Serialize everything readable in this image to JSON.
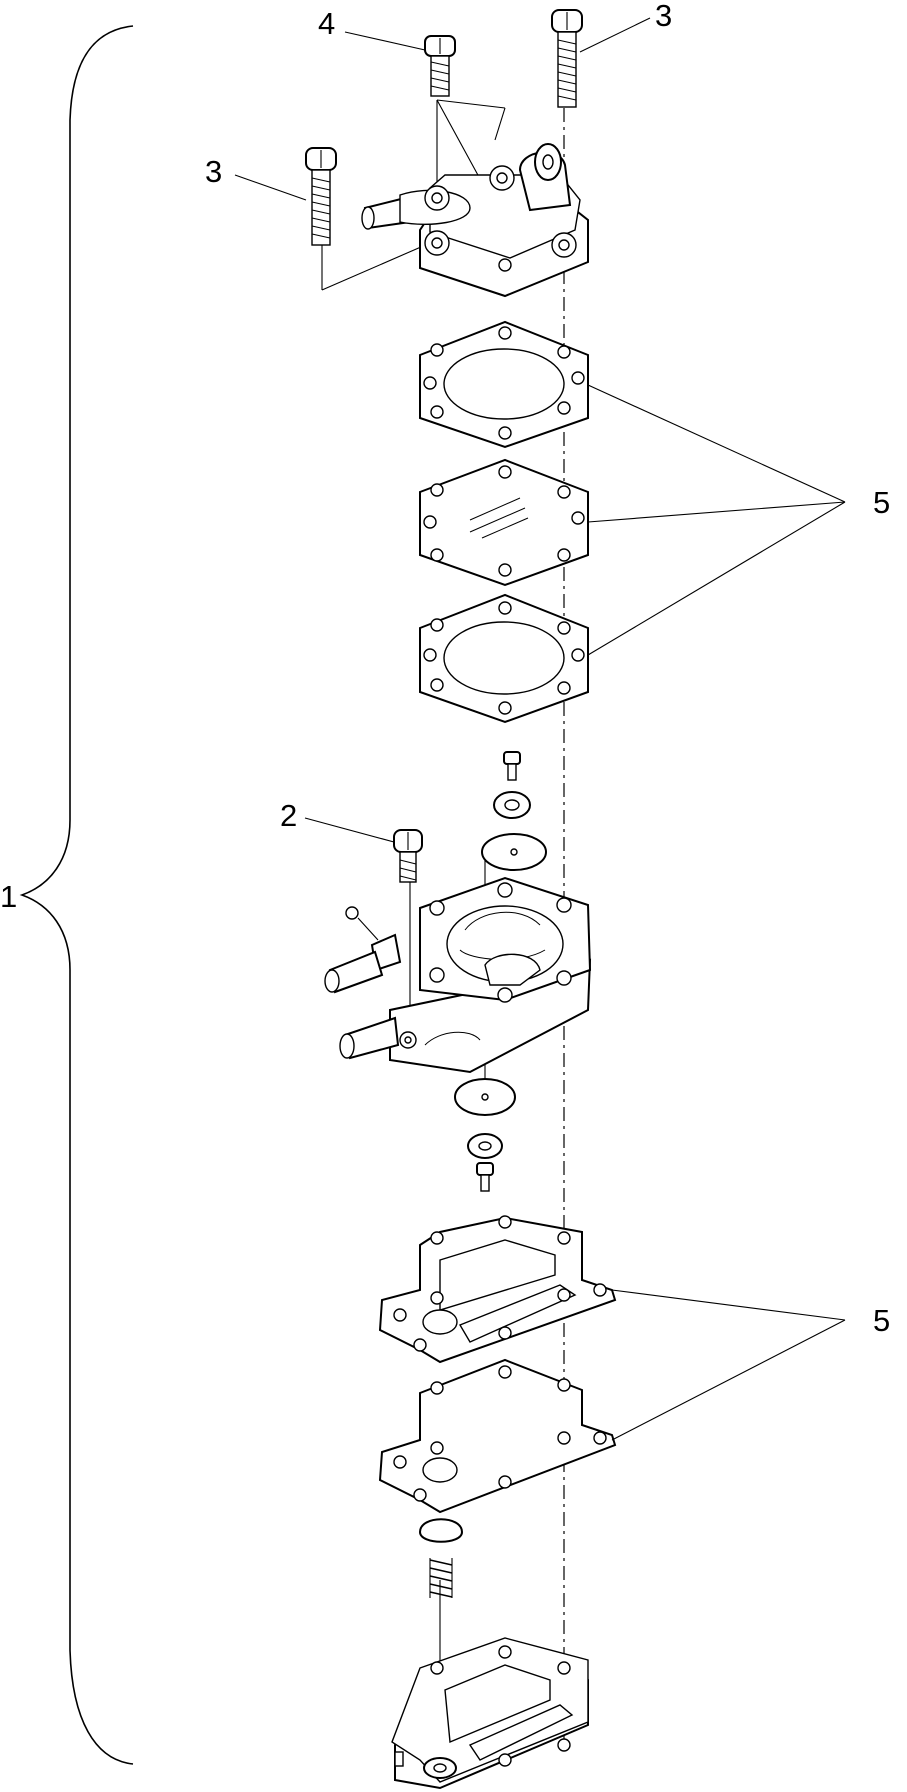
{
  "callouts": {
    "assembly": "1",
    "screw_lower": "2",
    "screw_top_left": "3",
    "screw_top_right": "3",
    "screw_top_middle": "4",
    "gaskets_upper": "5",
    "gaskets_lower": "5"
  }
}
